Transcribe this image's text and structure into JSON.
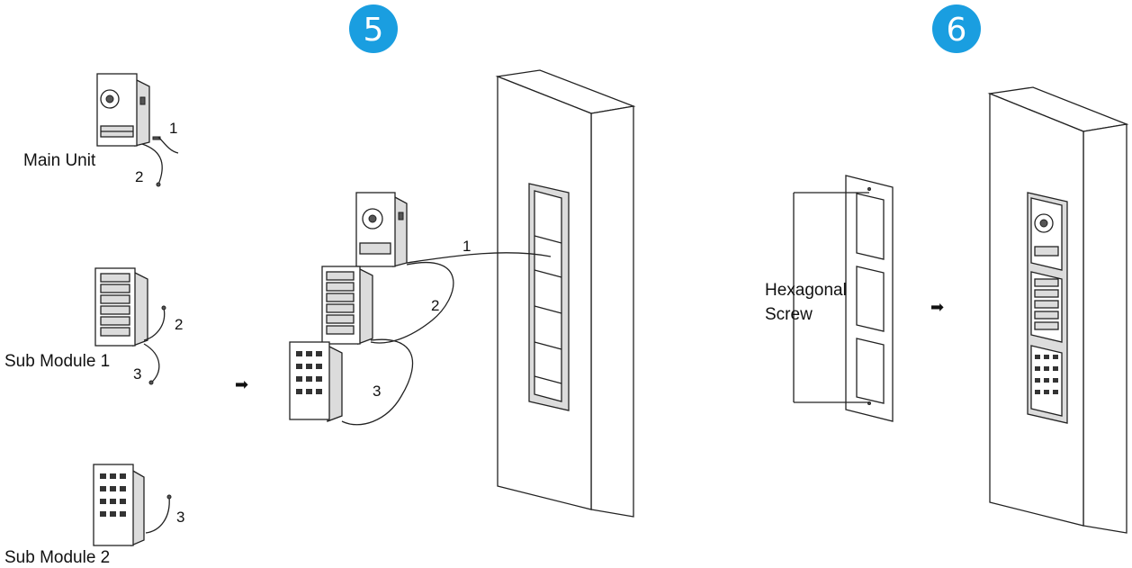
{
  "step_badges": {
    "step5": "5",
    "step6": "6",
    "color": "#1a9ee0"
  },
  "modules": {
    "main_unit": "Main Unit",
    "sub_module_1": "Sub Module 1",
    "sub_module_2": "Sub Module 2"
  },
  "cable_labels": {
    "left_main_1": "1",
    "left_main_2": "2",
    "left_sub1_2": "2",
    "left_sub1_3": "3",
    "left_sub2_3": "3",
    "mid_1": "1",
    "mid_2": "2",
    "mid_3": "3"
  },
  "hex_screw": {
    "line1": "Hexagonal",
    "line2": "Screw"
  },
  "arrows": {
    "arrow1": "➡",
    "arrow2": "➡"
  }
}
